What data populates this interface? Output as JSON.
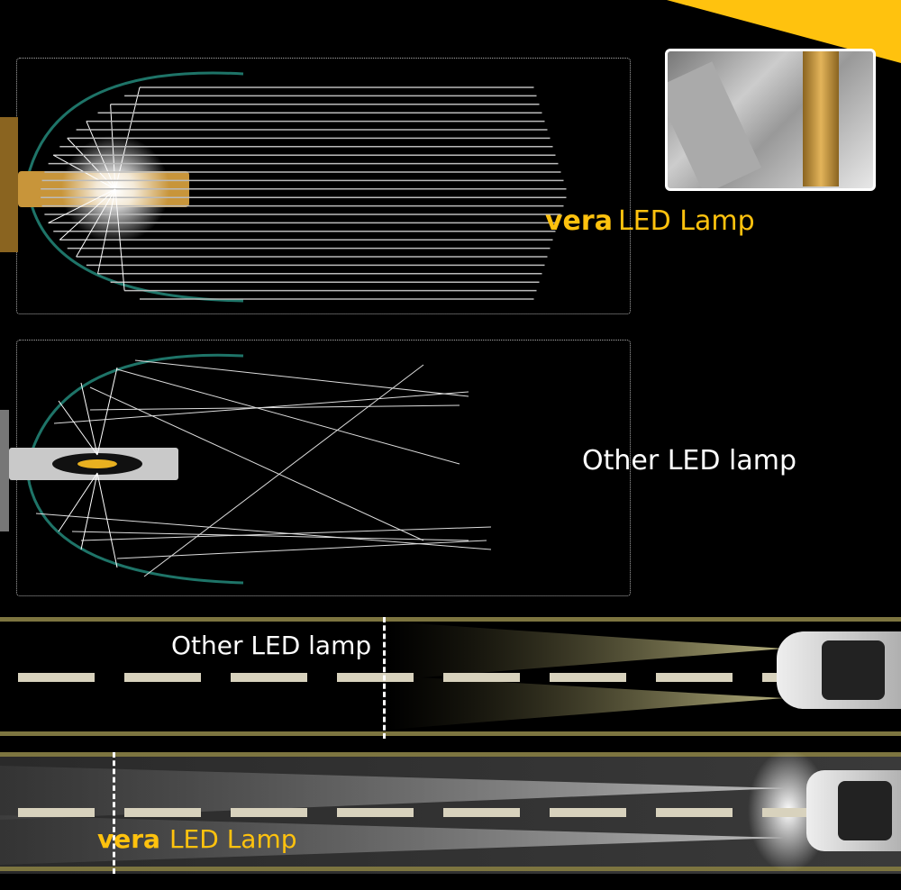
{
  "colors": {
    "accent": "#ffc20e",
    "road_edge": "#7d7540",
    "lane_mark": "#d8d2bd",
    "reflector": "#1f7a70"
  },
  "diagram_top": {
    "brand": "vera",
    "label": "LED Lamp"
  },
  "diagram_middle": {
    "label": "Other LED  lamp"
  },
  "inset_photo": {
    "subject": "caliper-measuring-bulb"
  },
  "road_top": {
    "label": "Other LED  lamp"
  },
  "road_bottom": {
    "brand": "vera",
    "label": "LED Lamp"
  }
}
